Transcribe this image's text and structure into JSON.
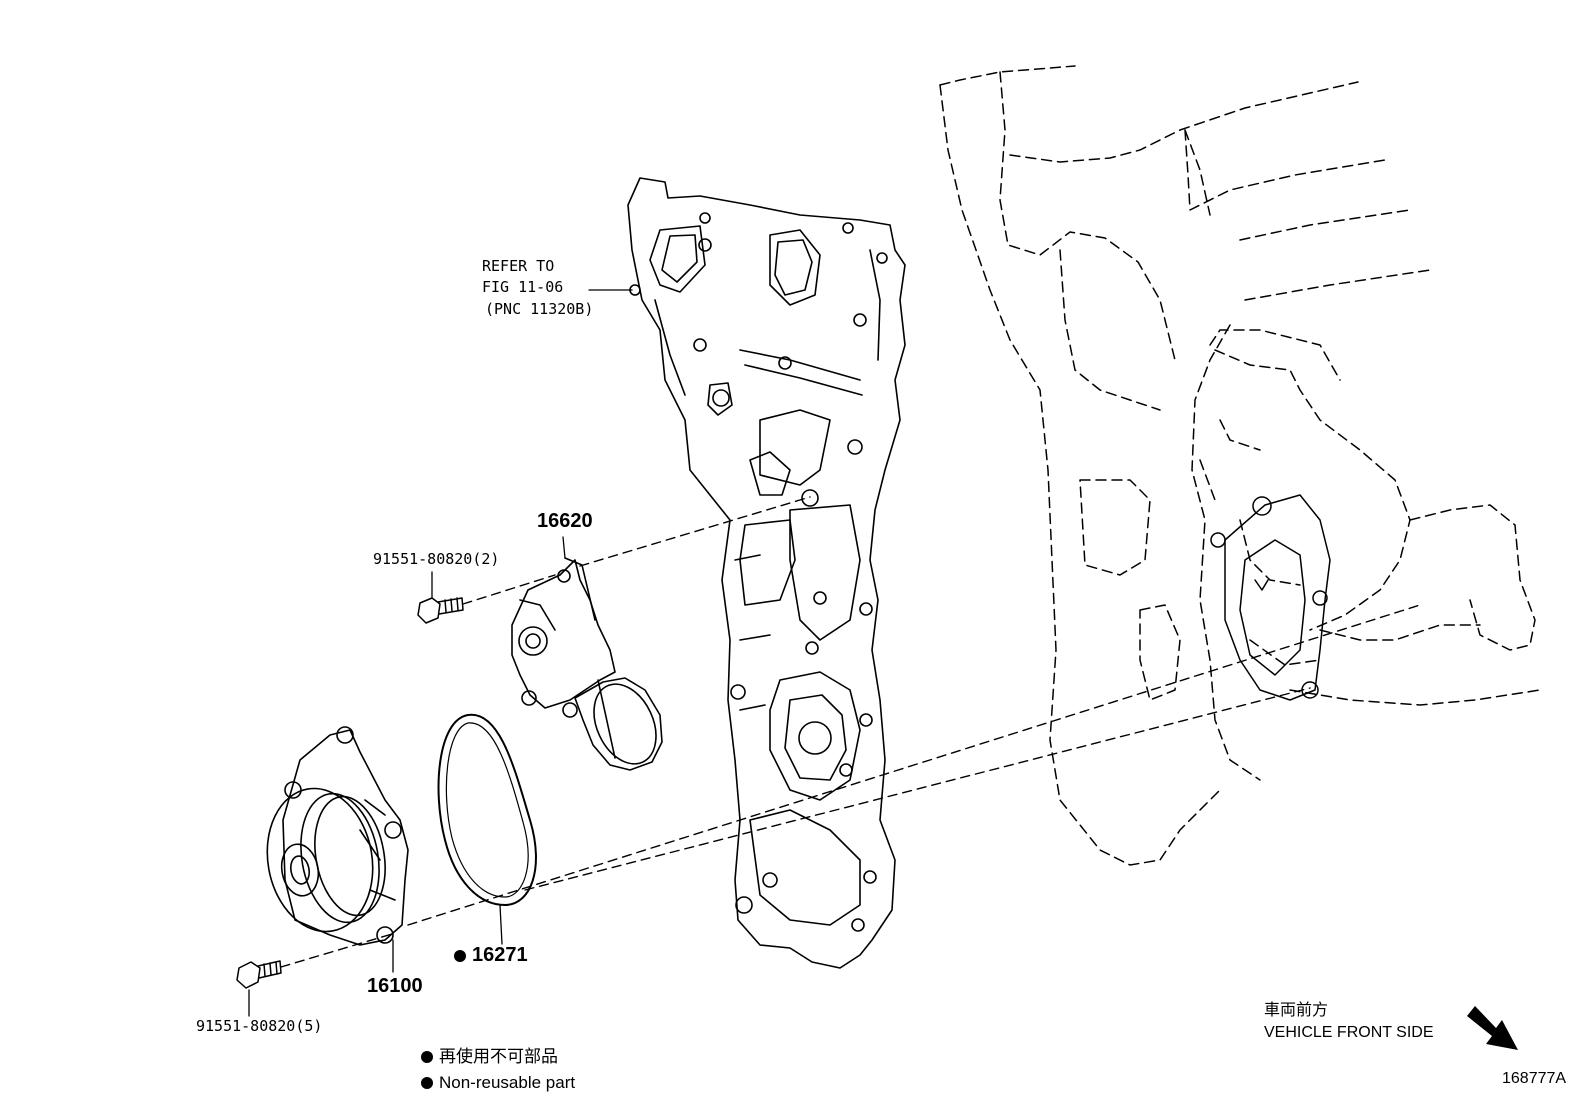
{
  "callouts": {
    "refer_line1": "REFER TO",
    "refer_line2": "FIG 11-06",
    "refer_line3": "(PNC 11320B)",
    "part_16620": "16620",
    "bolt_upper": "91551-80820(2)",
    "part_16100": "16100",
    "part_16271": "16271",
    "bolt_lower": "91551-80820(5)"
  },
  "legend": {
    "non_reusable_jp": "再使用不可部品",
    "non_reusable_en": "Non-reusable part"
  },
  "orientation": {
    "label_jp": "車両前方",
    "label_en": "VEHICLE FRONT SIDE"
  },
  "figure_id": "168777A",
  "colors": {
    "line": "#000000",
    "background": "#ffffff"
  },
  "icons": {
    "non_reusable_marker": "filled-circle-icon",
    "front_direction": "arrow-down-right-icon"
  }
}
